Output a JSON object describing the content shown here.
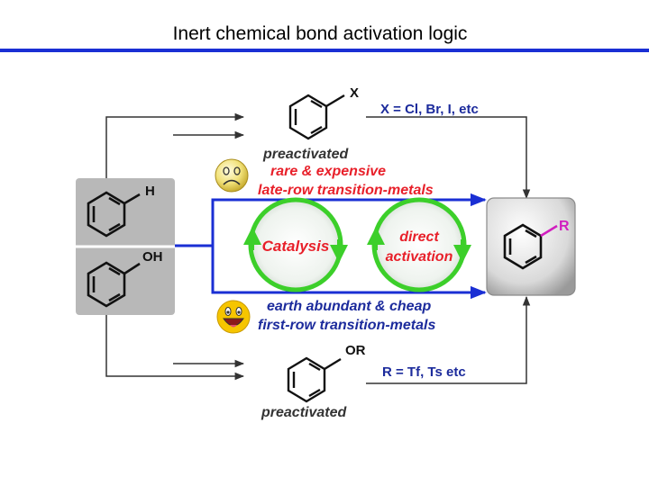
{
  "title": "Inert chemical bond activation logic",
  "colors": {
    "title_rule": "#1a2fd4",
    "red_text": "#e8202a",
    "blue_text": "#1c2b9c",
    "blue_arrow": "#1a2fd4",
    "green_circle": "#3ccf2a",
    "substituent_R": "#d11fbf",
    "gray_panel": "#b8b8b8"
  },
  "diagram": {
    "top_substituent": "X",
    "top_condition": "X = Cl, Br, I, etc",
    "top_caption": "preactivated",
    "red_line1": "rare & expensive",
    "red_line2": "late-row transition-metals",
    "left_sub1": "H",
    "left_sub2": "OH",
    "circle1": "Catalysis",
    "circle2_line1": "direct",
    "circle2_line2": "activation",
    "product_sub": "R",
    "blue_line1": "earth abundant & cheap",
    "blue_line2": "first-row transition-metals",
    "bottom_substituent": "OR",
    "bottom_condition": "R = Tf, Ts etc",
    "bottom_caption": "preactivated",
    "sad_face_icon": "sad-face-icon",
    "happy_face_icon": "happy-face-icon"
  }
}
